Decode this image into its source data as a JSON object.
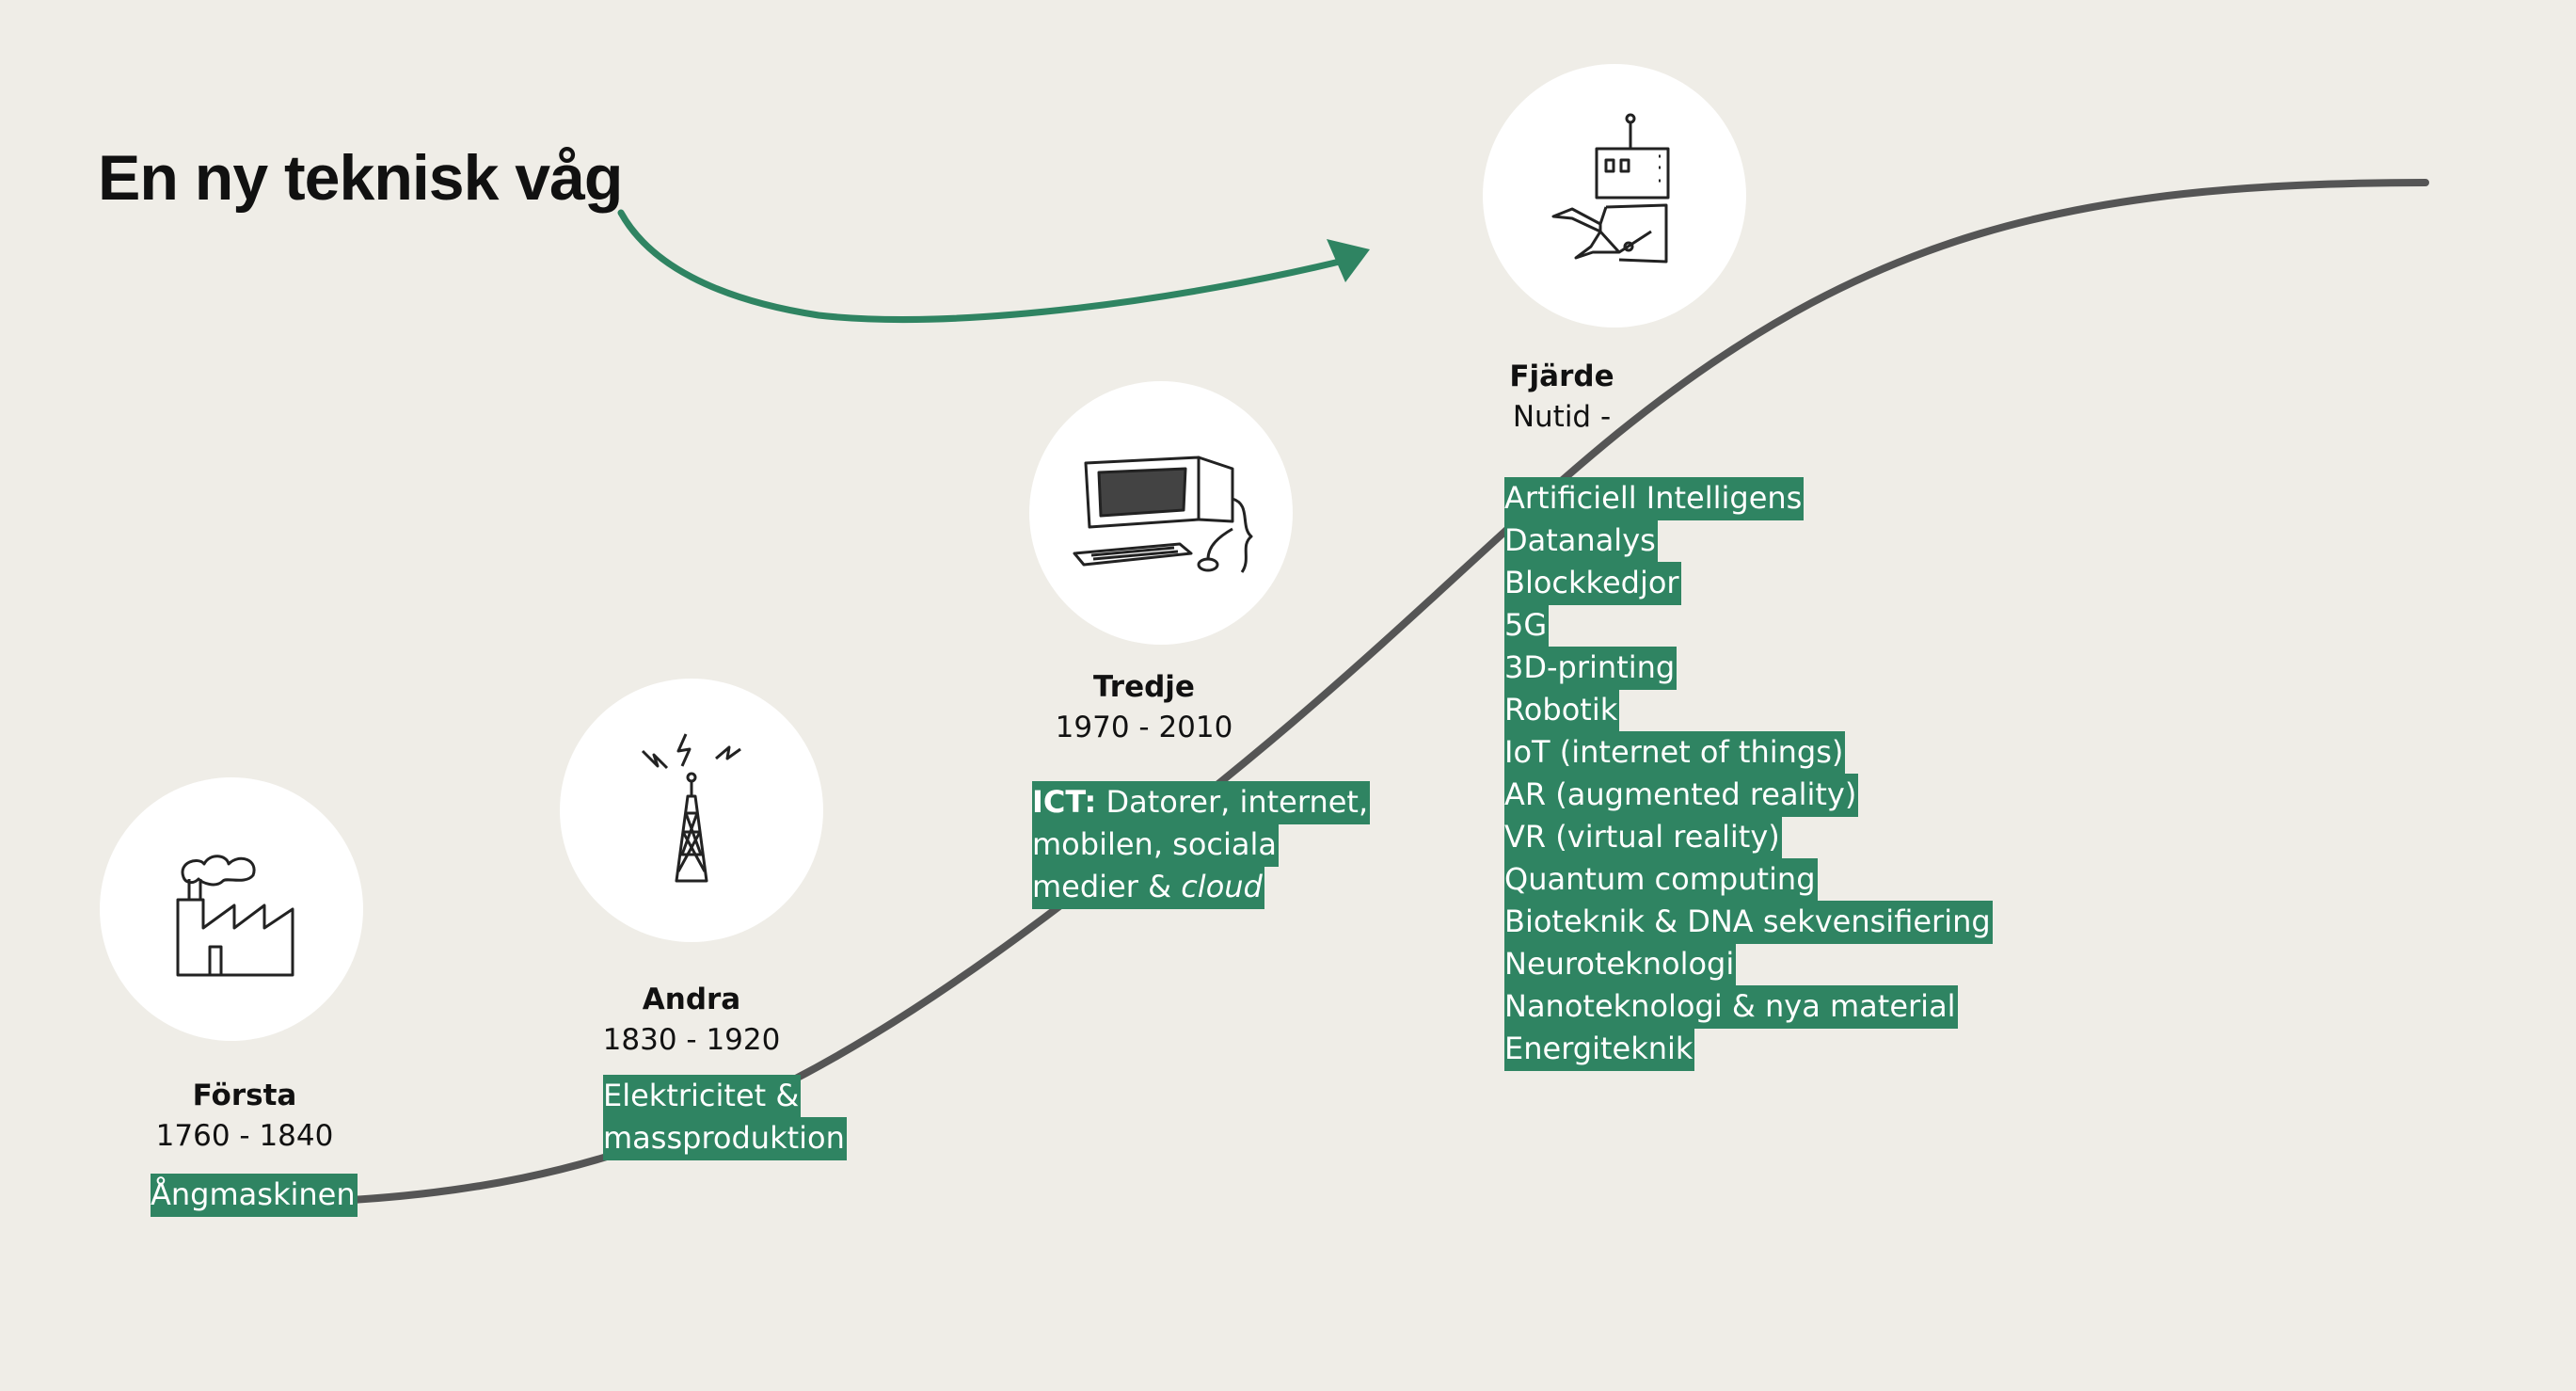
{
  "title": "En ny teknisk våg",
  "colors": {
    "background": "#efede7",
    "accent": "#2f8462",
    "curve": "#555555",
    "tag_text": "#ffffff"
  },
  "eras": [
    {
      "name": "Första",
      "years": "1760 - 1840",
      "icon": "factory-icon",
      "tags": [
        "Ångmaskinen"
      ]
    },
    {
      "name": "Andra",
      "years": "1830 - 1920",
      "icon": "transmission-tower-icon",
      "tags": [
        "Elektricitet &",
        "massproduktion"
      ]
    },
    {
      "name": "Tredje",
      "years": "1970 - 2010",
      "icon": "computer-icon",
      "ict": {
        "label": "ICT:",
        "line1": "Datorer, internet,",
        "line2": "mobilen, sociala",
        "line3": "medier &",
        "line3_em": "cloud"
      }
    },
    {
      "name": "Fjärde",
      "years": "Nutid -",
      "icon": "robot-icon",
      "tags": [
        "Artificiell Intelligens",
        "Datanalys",
        "Blockkedjor",
        "5G",
        "3D-printing",
        "Robotik",
        "IoT (internet of things)",
        "AR (augmented reality)",
        "VR (virtual reality)",
        "Quantum computing",
        "Bioteknik & DNA sekvensifiering",
        "Neuroteknologi",
        "Nanoteknologi & nya material",
        "Energiteknik"
      ]
    }
  ]
}
